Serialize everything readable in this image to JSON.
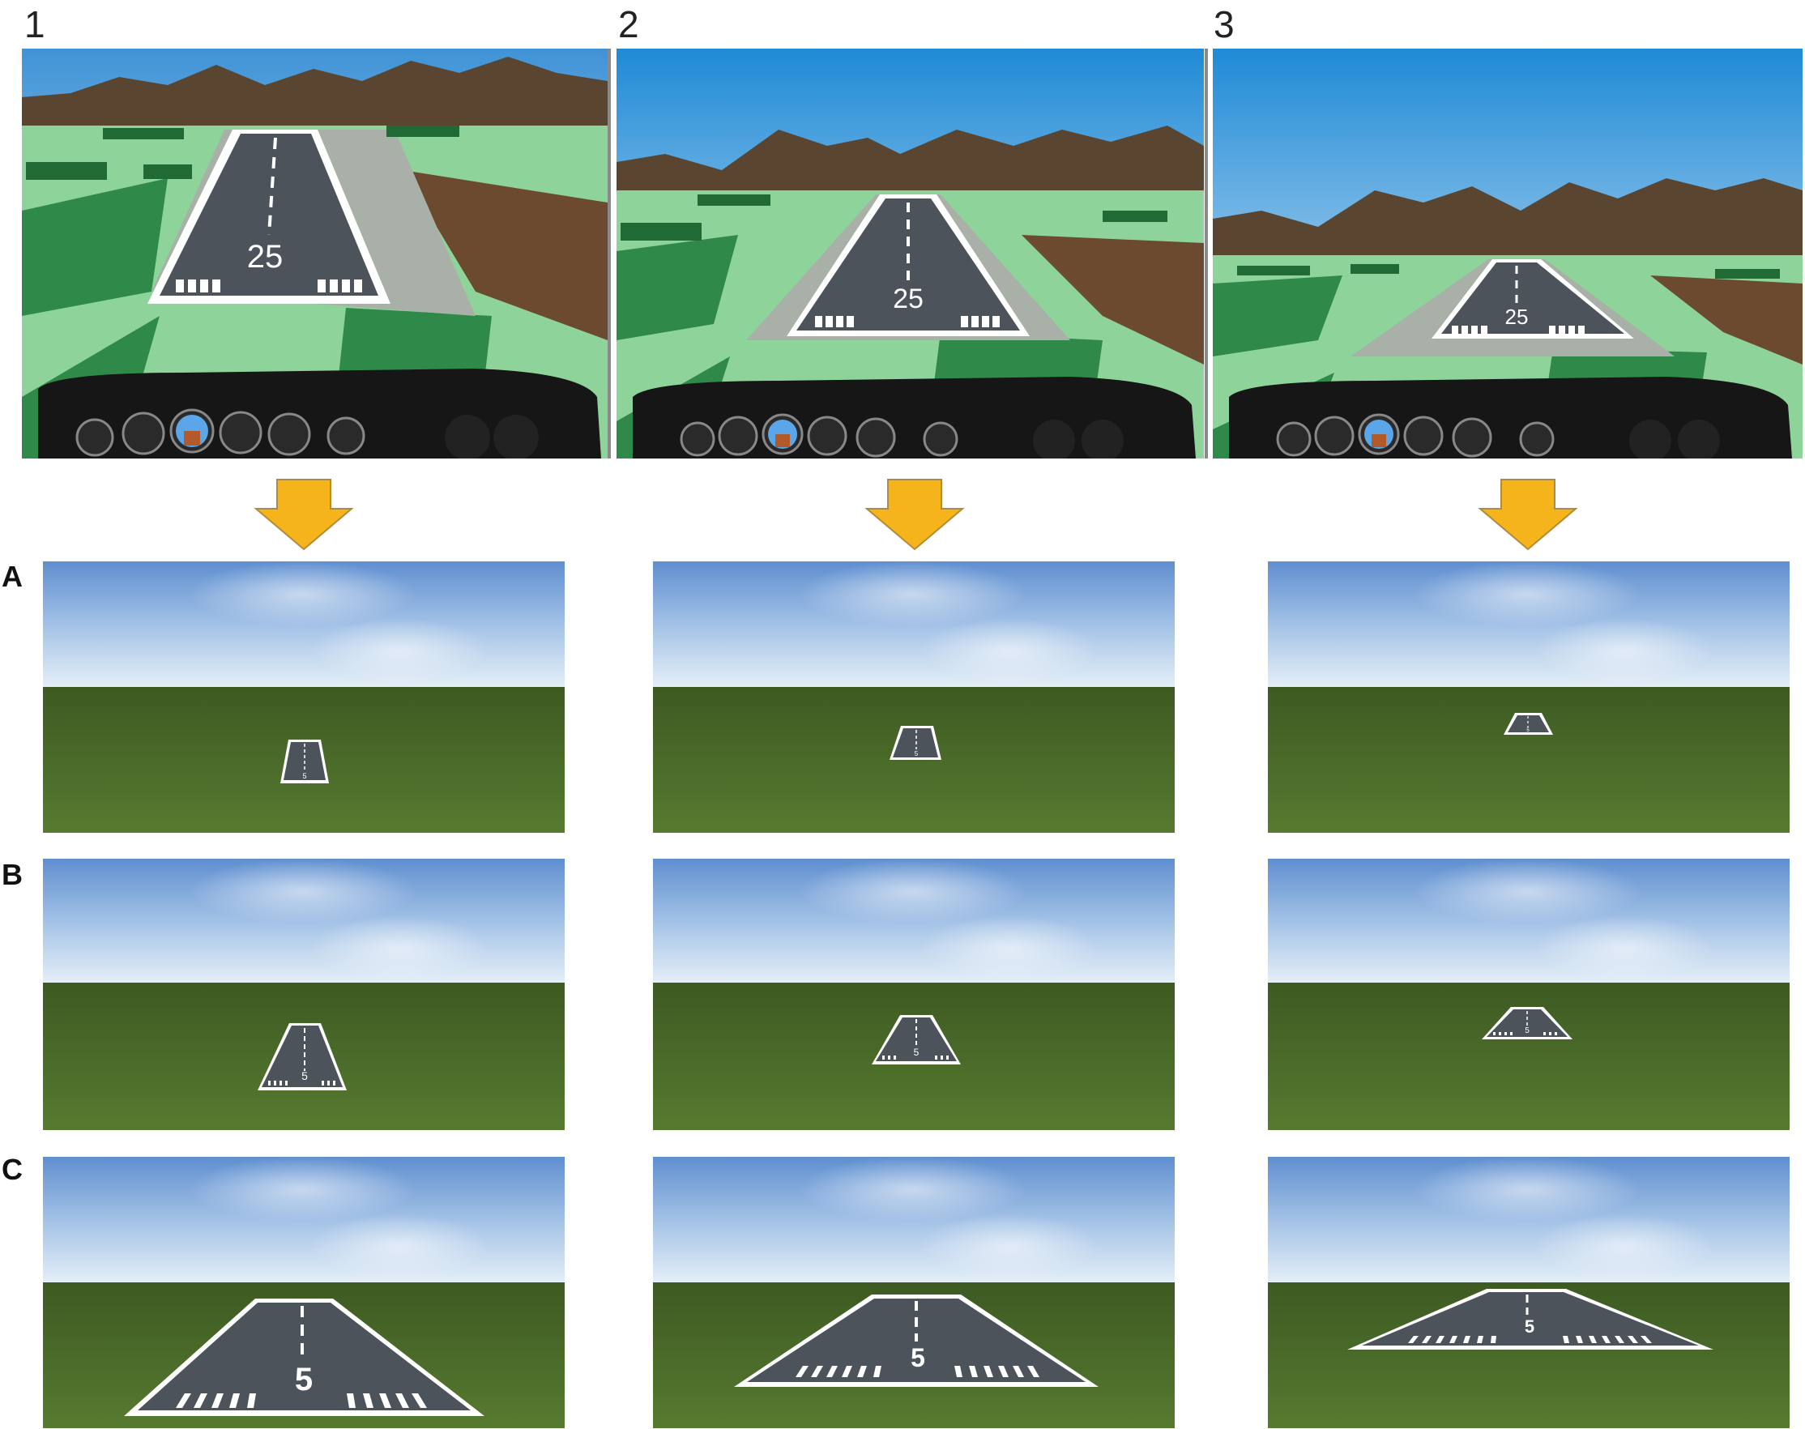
{
  "columns": [
    {
      "label": "1",
      "runway_number": "25",
      "sim_number": "5"
    },
    {
      "label": "2",
      "runway_number": "25",
      "sim_number": "5"
    },
    {
      "label": "3",
      "runway_number": "25",
      "sim_number": "5"
    }
  ],
  "rows": [
    {
      "label": "A"
    },
    {
      "label": "B"
    },
    {
      "label": "C"
    }
  ],
  "colors": {
    "arrow": "#f6b41c",
    "arrow_stroke": "#b08b3a",
    "grass": "#4c6a2a",
    "runway": "#4d535b",
    "sky_top": "#5f8fd0",
    "sky_horizon": "#e4eef7",
    "mountains": "#5a4630",
    "fields": "#8ed39a",
    "dashboard": "#161616"
  }
}
